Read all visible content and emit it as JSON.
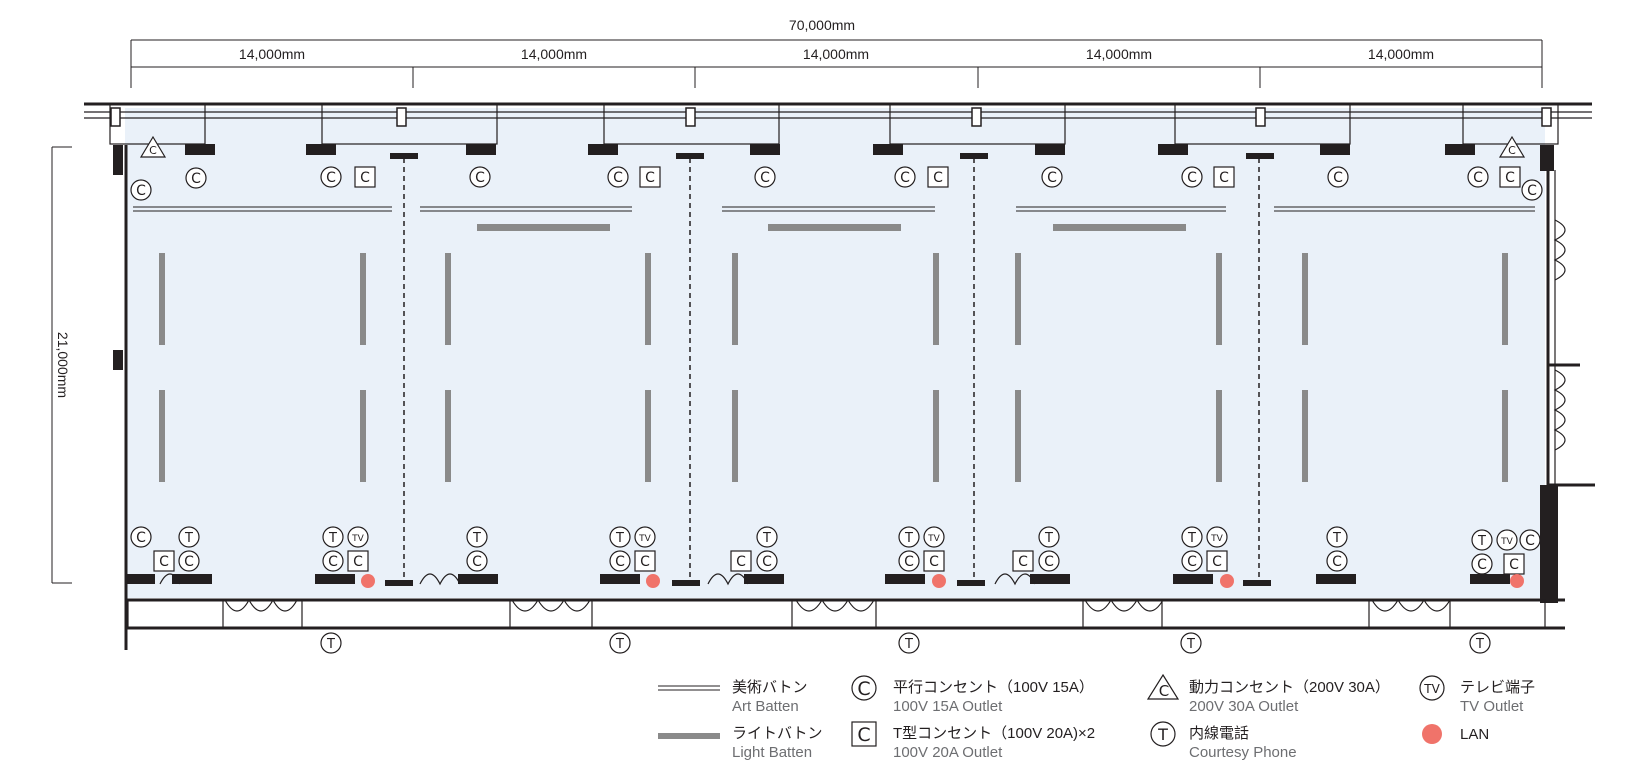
{
  "dimensions": {
    "total_width": "70,000mm",
    "bay_width": "14,000mm",
    "depth": "21,000mm"
  },
  "symbols": {
    "outlet_15a": "C",
    "outlet_20a": "C",
    "power_outlet": "C",
    "phone": "T",
    "tv": "TV"
  },
  "legend": {
    "art_batten": {
      "jp": "美術バトン",
      "en": "Art Batten"
    },
    "light_batten": {
      "jp": "ライトバトン",
      "en": "Light Batten"
    },
    "outlet_15a": {
      "jp": "平行コンセント（100V 15A）",
      "en": "100V 15A Outlet"
    },
    "outlet_20a": {
      "jp": "T型コンセント（100V 20A)×2",
      "en": "100V 20A Outlet"
    },
    "power_outlet": {
      "jp": "動力コンセント（200V 30A）",
      "en": "200V 30A Outlet"
    },
    "phone": {
      "jp": "内線電話",
      "en": "Courtesy Phone"
    },
    "tv": {
      "jp": "テレビ端子",
      "en": "TV Outlet"
    },
    "lan": {
      "en": "LAN"
    }
  },
  "colors": {
    "floor": "#eaf1f9",
    "wall": "#231f20",
    "batten": "#8a8a8a",
    "lan": "#f0736a"
  }
}
